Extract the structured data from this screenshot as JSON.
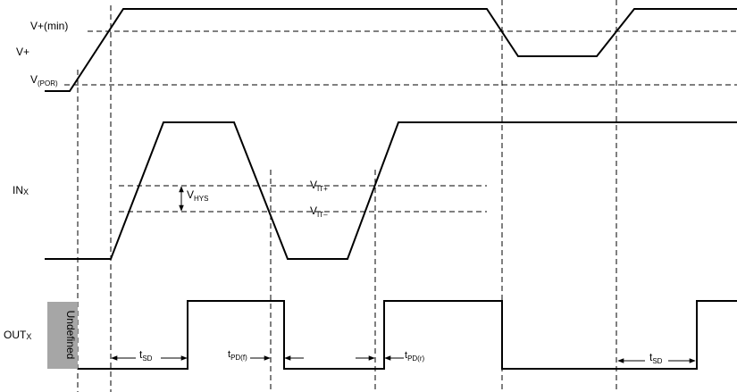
{
  "signals": {
    "vplus": {
      "label": "V+"
    },
    "inx": {
      "label": "IN",
      "sub": "X"
    },
    "outx": {
      "label": "OUT",
      "sub": "X"
    }
  },
  "thresholds": {
    "vplus_min": "V+(min)",
    "vpor": {
      "main": "V",
      "sub": "(POR)"
    },
    "vit_plus": {
      "main": "V",
      "sub": "IT+"
    },
    "vit_minus": {
      "main": "V",
      "sub": "IT–"
    }
  },
  "annotations": {
    "vhys": {
      "main": "V",
      "sub": "HYS"
    },
    "tsd_1": {
      "main": "t",
      "sub": "SD"
    },
    "tpd_f": {
      "main": "t",
      "sub": "PD(f)"
    },
    "tpd_r": {
      "main": "t",
      "sub": "PD(r)"
    },
    "tsd_2": {
      "main": "t",
      "sub": "SD"
    }
  },
  "undefined_label": "Undefined",
  "colors": {
    "line": "#000000",
    "undefined_fill": "#a6a6a6"
  }
}
